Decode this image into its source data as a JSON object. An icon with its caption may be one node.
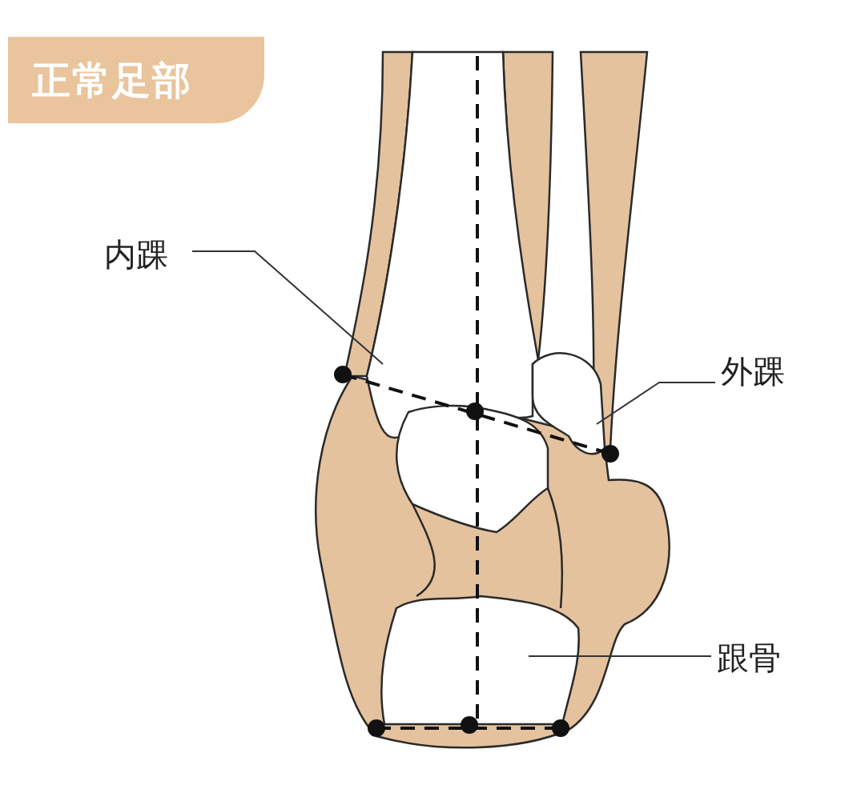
{
  "diagram": {
    "title": "正常足部",
    "nodes": [
      {
        "text": [
          "内踝"
        ]
      },
      {
        "text": [
          "外踝"
        ]
      },
      {
        "text": [
          "跟骨"
        ]
      }
    ],
    "edges": [
      {
        "from": 0,
        "to": null,
        "arrow": "none"
      },
      {
        "from": 1,
        "to": null,
        "arrow": "none"
      },
      {
        "from": 2,
        "to": null,
        "arrow": "none"
      }
    ]
  }
}
